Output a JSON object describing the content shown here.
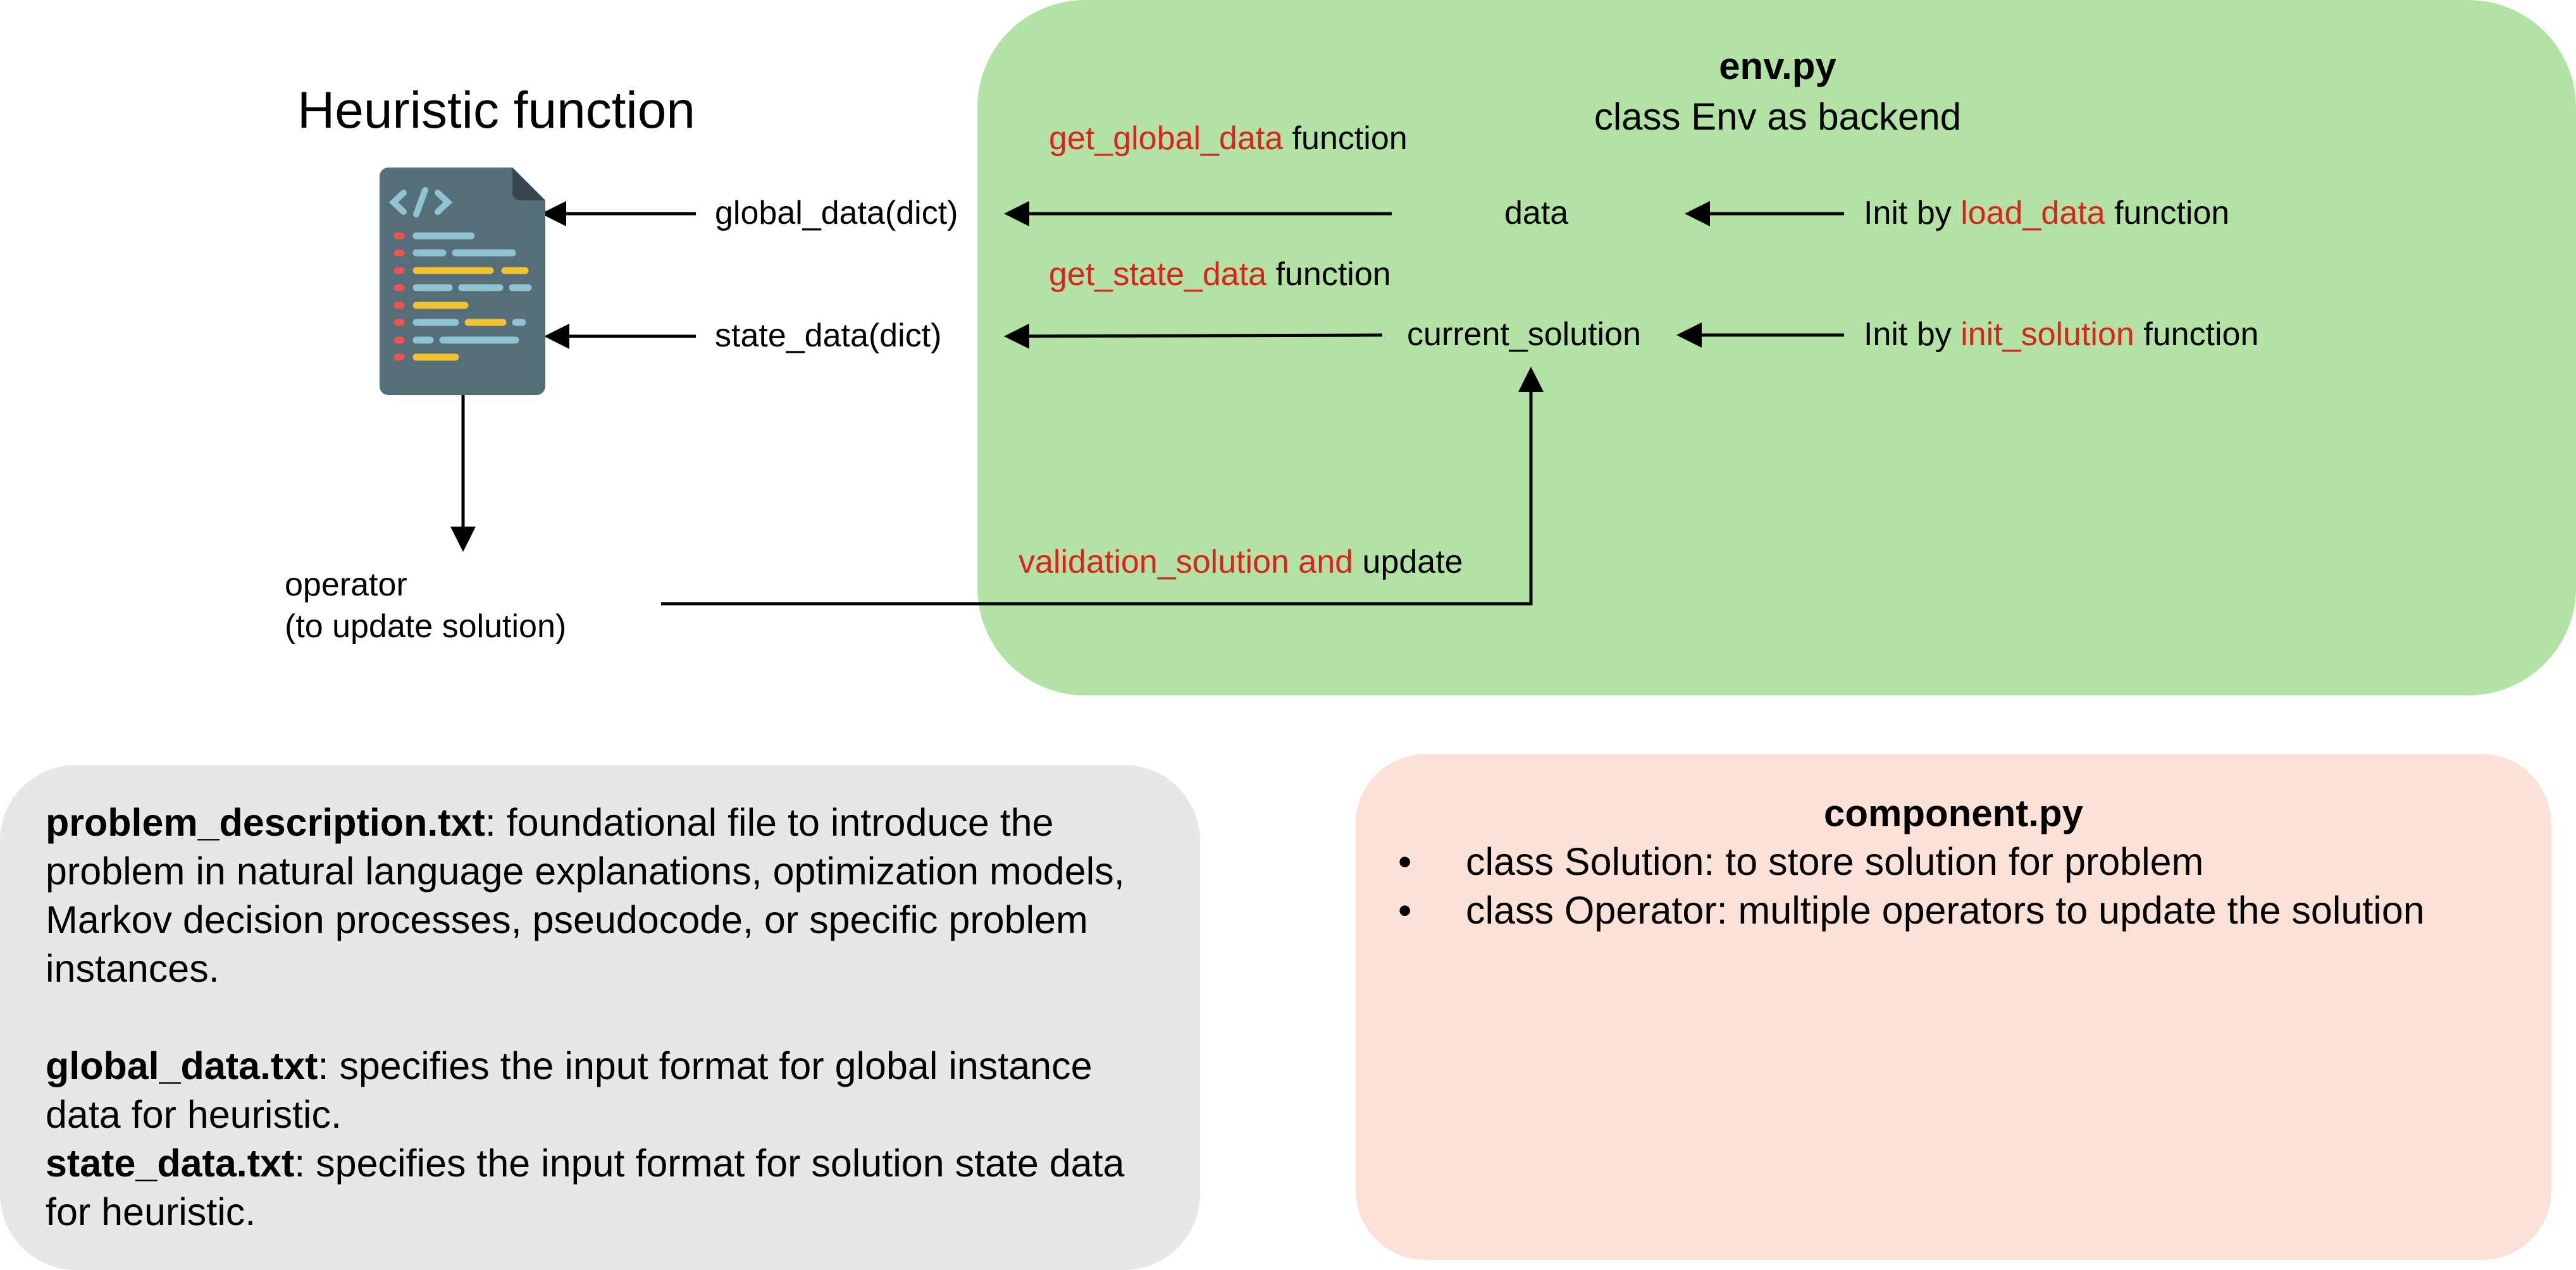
{
  "heuristic": {
    "title": "Heuristic function",
    "file_icon": "code-file-icon"
  },
  "env": {
    "title": "env.py",
    "subtitle": "class Env as backend",
    "get_global_data": {
      "name": "get_global_data",
      "suffix": " function"
    },
    "get_state_data": {
      "name": "get_state_data",
      "suffix": " function"
    },
    "global_data_label": "global_data(dict)",
    "state_data_label": "state_data(dict)",
    "data_label": "data",
    "current_solution_label": "current_solution",
    "init_load": {
      "prefix": "Init by ",
      "name": "load_data",
      "suffix": " function"
    },
    "init_solution": {
      "prefix": "Init by ",
      "name": "init_solution",
      "suffix": " function"
    },
    "validation": {
      "name": "validation_solution and",
      "suffix": " update"
    }
  },
  "operator": {
    "label": "operator\n(to update solution)"
  },
  "files": {
    "problem_description": {
      "name": "problem_description.txt",
      "text": ": foundational file to introduce the problem in natural language explanations, optimization models, Markov decision processes, pseudocode, or specific problem instances."
    },
    "global_data": {
      "name": "global_data.txt",
      "text": ": specifies the input format for global instance data for heuristic."
    },
    "state_data": {
      "name": "state_data.txt",
      "text": ": specifies the input format for solution state data for heuristic."
    }
  },
  "component": {
    "title": "component.py",
    "bullet": "•",
    "items": [
      "class Solution: to store solution for problem",
      "class Operator: multiple operators to update the solution"
    ]
  },
  "colors": {
    "env_bg": "#b3e3a4",
    "files_bg": "#e7e7e7",
    "component_bg": "#fbe1d6",
    "highlight_red": "#e0211b",
    "icon_page": "#546e7a",
    "icon_fold": "#37474f",
    "icon_red": "#ef5350",
    "icon_blue": "#90c3d0",
    "icon_yellow": "#f2c230"
  }
}
